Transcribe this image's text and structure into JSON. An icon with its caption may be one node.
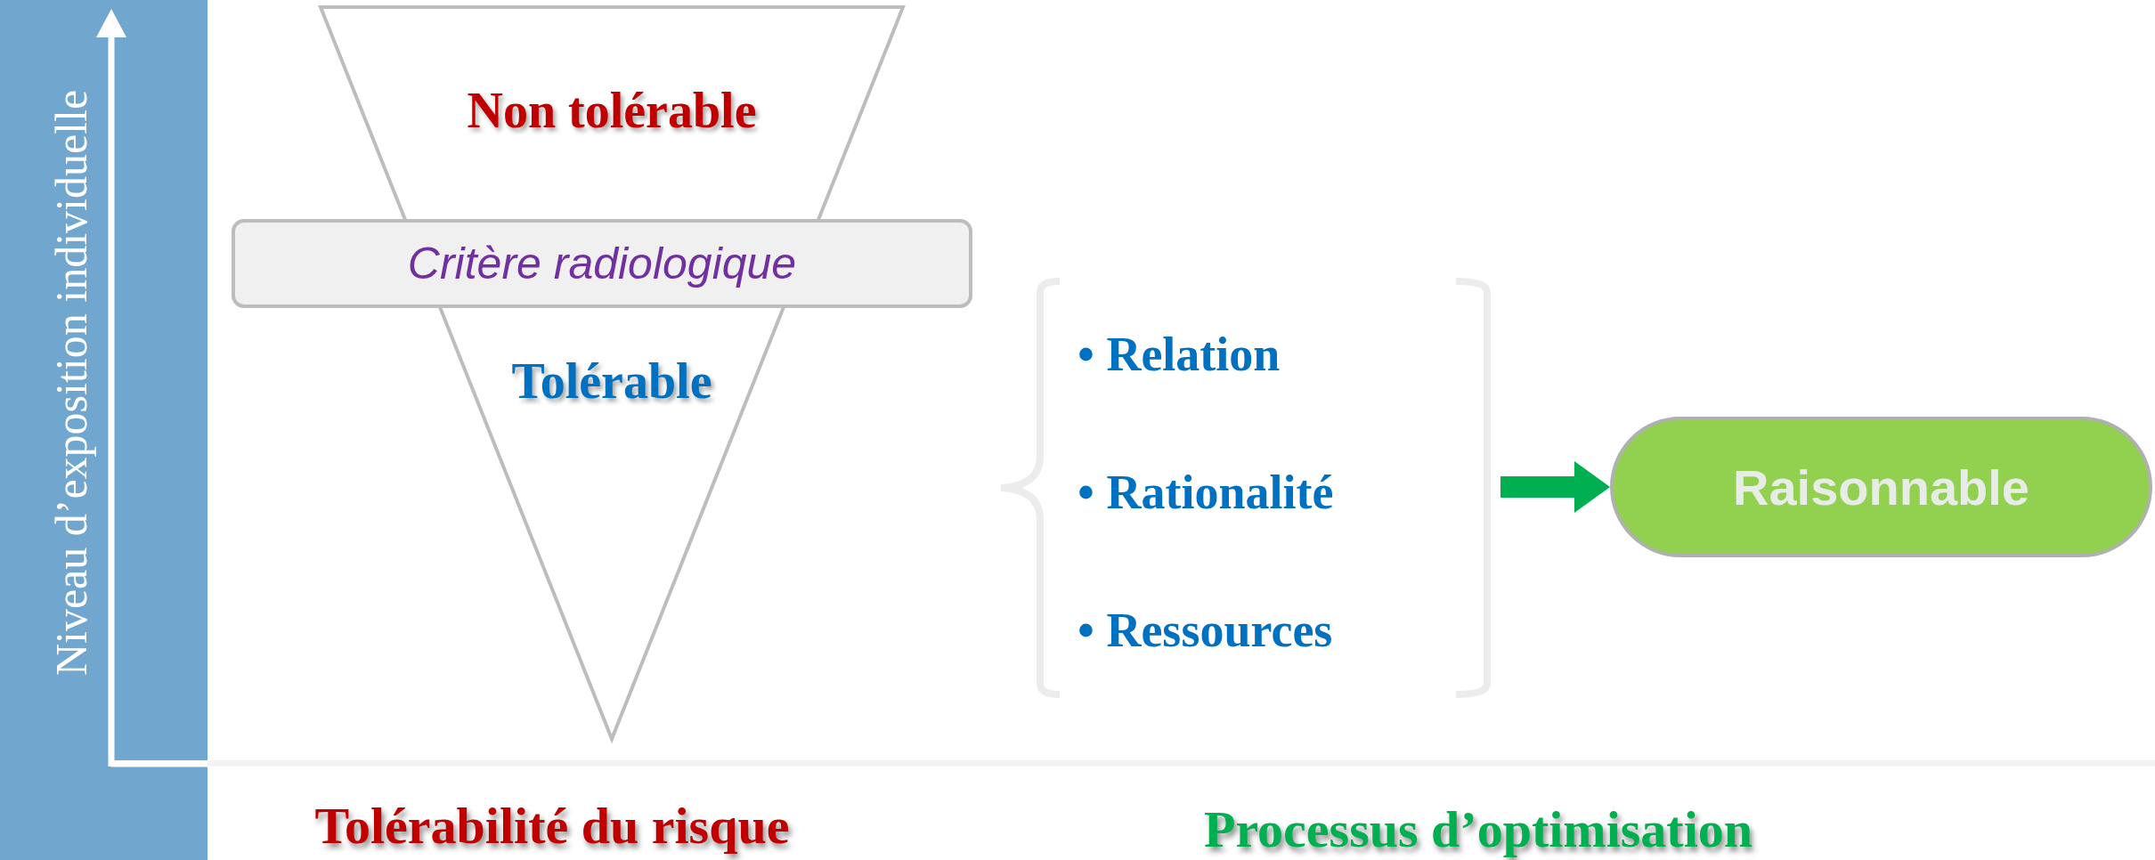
{
  "diagram": {
    "nodes": [
      {
        "text": [
          "Non tolérable",
          "Tolérable"
        ]
      },
      {
        "text": [
          "Critère radiologique"
        ]
      },
      {
        "text": [
          "• Relation",
          "• Rationalité",
          "• Ressources"
        ]
      },
      {
        "text": [
          "Raisonnable"
        ]
      }
    ],
    "edges": [
      {
        "from": 2,
        "to": 3,
        "arrow": "to",
        "color": "#00b050"
      }
    ],
    "labels": [
      "Niveau d’exposition individuelle",
      "Tolérabilité du risque",
      "Processus d’optimisation"
    ]
  }
}
